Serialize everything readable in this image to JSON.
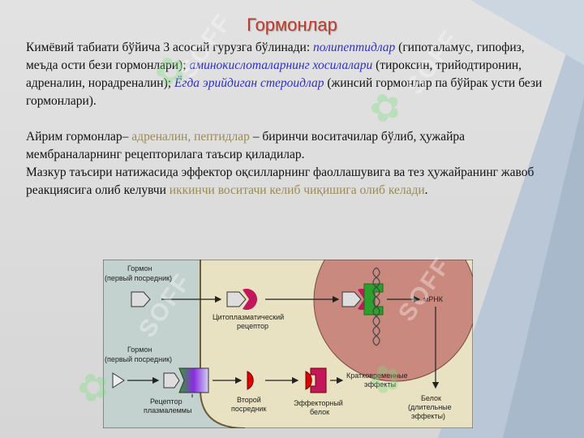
{
  "title": "Гормонлар",
  "paragraph1": {
    "t1": "Кимёвий табиати бўйича 3 асосий гурузга бўлинади: ",
    "e1": "полипептидлар",
    "t2": " (гипоталамус, гипофиз, меъда ости бези гормонлари); ",
    "e2": "аминокислоталарнинг хосилалари",
    "t3": " (тироксин,  трийодтиронин, адреналин, норадреналин); ",
    "e3": "Ёгда эрийдиган стероидлар",
    "t4": " (жинсий гормонлар па бўйрак усти бези гормонлари)."
  },
  "paragraph2": {
    "t1": "Айрим гормонлар– ",
    "h1": "адреналин, пептидлар",
    "t2": " – биринчи воситачилар бўлиб, ҳужайра мембраналарнинг рецепторилага таъсир қиладилар."
  },
  "paragraph3": {
    "t1": "Мазкур таъсири натижасида эффектор оқсилларнинг фаоллашувига ва тез ҳужайранинг жавоб реакциясига олиб келувчи ",
    "h1": "иккинчи воситачи келиб чиқишига олиб келади",
    "t2": "."
  },
  "diagram": {
    "hormone1": [
      "Гормон",
      "(первый посредник)"
    ],
    "hormone2": [
      "Гормон",
      "(первый посредник)"
    ],
    "cyto_receptor": [
      "Цитоплазматический",
      "рецептор"
    ],
    "membrane_receptor": [
      "Рецептор",
      "плазмалеммы"
    ],
    "second_messenger": [
      "Второй",
      "посредник"
    ],
    "effector": [
      "Эффекторный",
      "белок"
    ],
    "short_effects": [
      "Кратковременные",
      "эффекты"
    ],
    "mrna": "мРНК",
    "protein": [
      "Белок",
      "(длительные",
      "эффекты)"
    ]
  },
  "watermark": "SOFF",
  "colors": {
    "title": "#c0392b",
    "emph_blue": "#2f2fc8",
    "emph_olive": "#9a8a55",
    "nucleus": "#c9897e",
    "cytoplasm": "#e8e1c2",
    "outside": "#c3d2cf"
  }
}
